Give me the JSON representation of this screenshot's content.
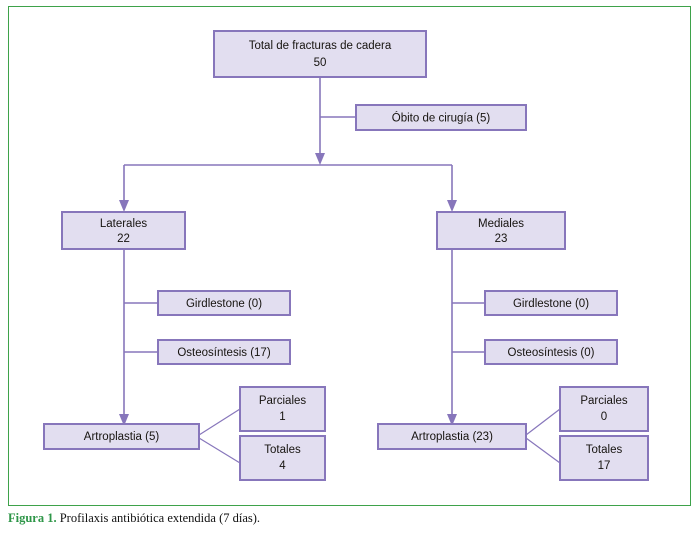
{
  "figure": {
    "caption_label": "Figura 1.",
    "caption_text": "Profilaxis antibiótica extendida (7 días).",
    "frame_color": "#3ea24a",
    "node_fill": "#e2def0",
    "node_border": "#8776bb",
    "connector_color": "#8776bb"
  },
  "chart_data": {
    "type": "diagram",
    "title": "Total de fracturas de cadera",
    "root": {
      "label": "Total de fracturas de cadera",
      "value": "50"
    },
    "exclusion": {
      "label": "Óbito de cirugía (5)"
    },
    "branches": [
      {
        "label": "Laterales",
        "value": "22",
        "side_nodes": [
          {
            "label": "Girdlestone (0)"
          },
          {
            "label": "Osteosíntesis (17)"
          }
        ],
        "terminal": {
          "label": "Artroplastia (5)",
          "children": [
            {
              "label": "Parciales",
              "value": "1"
            },
            {
              "label": "Totales",
              "value": "4"
            }
          ]
        }
      },
      {
        "label": "Mediales",
        "value": "23",
        "side_nodes": [
          {
            "label": "Girdlestone (0)"
          },
          {
            "label": "Osteosíntesis (0)"
          }
        ],
        "terminal": {
          "label": "Artroplastia (23)",
          "children": [
            {
              "label": "Parciales",
              "value": "0"
            },
            {
              "label": "Totales",
              "value": "17"
            }
          ]
        }
      }
    ]
  }
}
